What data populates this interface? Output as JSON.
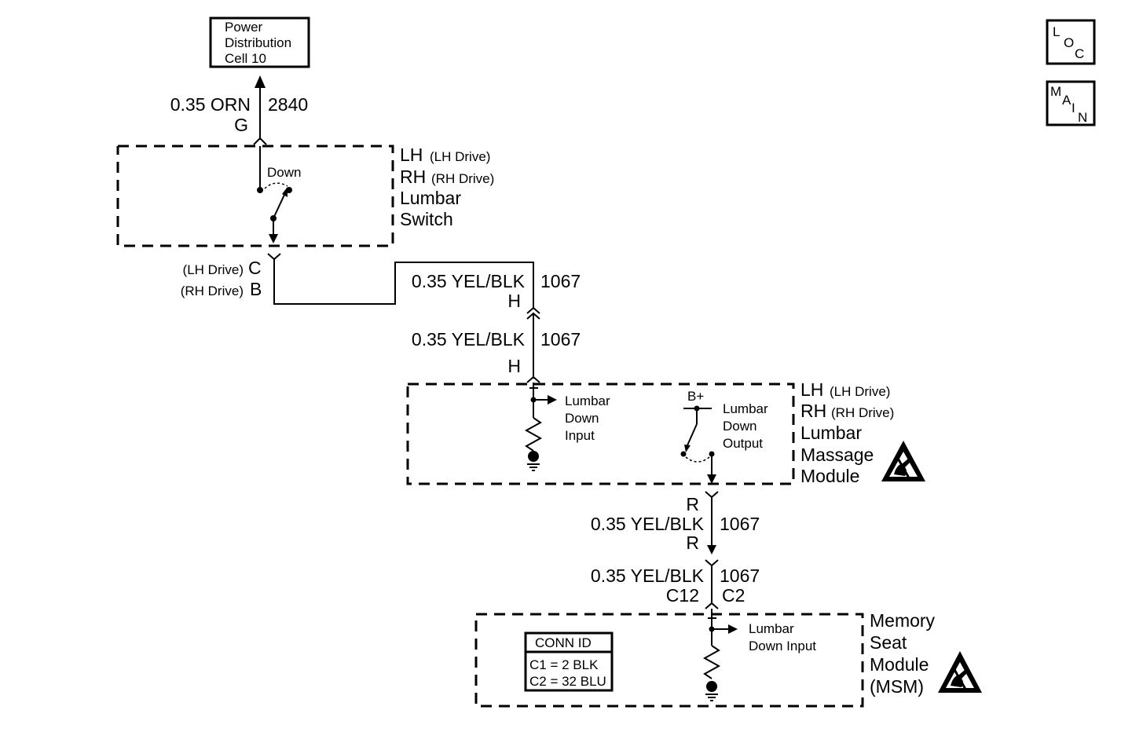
{
  "power_box": {
    "line1": "Power",
    "line2": "Distribution",
    "line3": "Cell 10"
  },
  "wire_top": {
    "gauge_color": "0.35 ORN",
    "circuit": "2840",
    "pin": "G"
  },
  "lumbar_switch": {
    "label_down": "Down",
    "title1_main": "LH",
    "title1_sub": "(LH Drive)",
    "title2_main": "RH",
    "title2_sub": "(RH Drive)",
    "title3": "Lumbar",
    "title4": "Switch"
  },
  "switch_pins": {
    "lh_sub": "(LH Drive)",
    "lh_pin": "C",
    "rh_sub": "(RH Drive)",
    "rh_pin": "B"
  },
  "wire_h1": {
    "gauge_color": "0.35 YEL/BLK",
    "circuit": "1067",
    "pin": "H"
  },
  "wire_h2": {
    "gauge_color": "0.35 YEL/BLK",
    "circuit": "1067",
    "pin": "H"
  },
  "massage_module": {
    "input_line1": "Lumbar",
    "input_line2": "Down",
    "input_line3": "Input",
    "bplus": "B+",
    "output_line1": "Lumbar",
    "output_line2": "Down",
    "output_line3": "Output",
    "title1_main": "LH",
    "title1_sub": "(LH Drive)",
    "title2_main": "RH",
    "title2_sub": "(RH Drive)",
    "title3": "Lumbar",
    "title4": "Massage",
    "title5": "Module"
  },
  "wire_r": {
    "pin_top": "R",
    "gauge_color": "0.35 YEL/BLK",
    "circuit": "1067",
    "pin_bottom": "R"
  },
  "wire_c": {
    "gauge_color": "0.35 YEL/BLK",
    "circuit": "1067",
    "pin_left": "C12",
    "pin_right": "C2"
  },
  "msm": {
    "conn_title": "CONN ID",
    "conn_c1": "C1 = 2 BLK",
    "conn_c2": "C2 = 32 BLU",
    "input_line1": "Lumbar",
    "input_line2": "Down Input",
    "title1": "Memory",
    "title2": "Seat",
    "title3": "Module",
    "title4": "(MSM)"
  },
  "nav": {
    "loc": [
      "L",
      "O",
      "C"
    ],
    "main": [
      "M",
      "A",
      "I",
      "N"
    ]
  }
}
